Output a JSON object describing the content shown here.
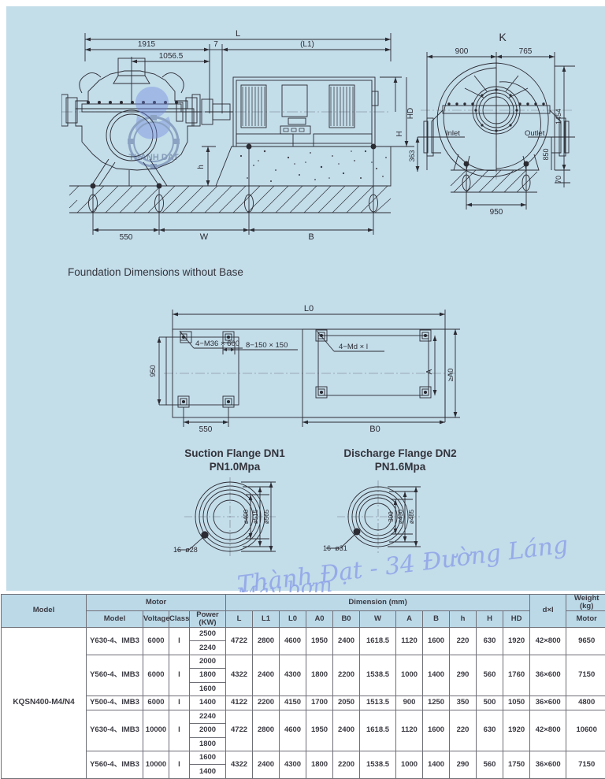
{
  "page": {
    "background_color": "#c3dde9",
    "line_color": "#2b2b33"
  },
  "watermark": {
    "logo_text": "THANH DAT",
    "line1": "Thành Đạt - 34 Đường Láng",
    "line2": "Máy bơm"
  },
  "views": {
    "elevation": {
      "dims": {
        "L": "L",
        "d1915": "1915",
        "d7": "7",
        "L1": "(L1)",
        "d1056_5": "1056.5",
        "HD": "HD",
        "H": "H",
        "h": "h",
        "d550": "550",
        "W": "W",
        "B": "B"
      }
    },
    "k_view": {
      "title": "K",
      "dims": {
        "d900": "900",
        "d765": "765",
        "d1454": "1454",
        "d850": "850",
        "d363": "363",
        "d70": "70",
        "d950": "950"
      },
      "labels": {
        "inlet": "Inlet",
        "outlet": "Outlet"
      }
    },
    "foundation": {
      "title": "Foundation Dimensions without Base",
      "dims": {
        "L0": "L0",
        "d950": "950",
        "d550": "550",
        "B0": "B0",
        "A": "A",
        "A0": "≥A0",
        "bolt1": "4−M36 × 600",
        "pad": "8−150 × 150",
        "bolt2": "4−Md × l"
      }
    },
    "suction_flange": {
      "title_line1": "Suction Flange DN1",
      "title_line2": "PN1.0Mpa",
      "holes": "16−ø28",
      "d1": "ø400",
      "d2": "ø515",
      "d3": "ø565"
    },
    "discharge_flange": {
      "title_line1": "Discharge Flange DN2",
      "title_line2": "PN1.6Mpa",
      "holes": "16−ø31",
      "d1": "300",
      "d2": "ø430",
      "d3": "ø485"
    }
  },
  "table": {
    "headers": {
      "model": "Model",
      "motor": "Motor",
      "motor_model": "Model",
      "voltage": "Voltage",
      "class": "Class",
      "power": "Power (KW)",
      "dimension": "Dimension (mm)",
      "L": "L",
      "L1": "L1",
      "L0": "L0",
      "A0": "A0",
      "B0": "B0",
      "W": "W",
      "A": "A",
      "B": "B",
      "h": "h",
      "H": "H",
      "HD": "HD",
      "dxl": "d×l",
      "weight": "Weight (kg)",
      "weight_sub": "Motor"
    },
    "model_name": "KQSN400-M4/N4",
    "rows": [
      {
        "motor_model": "Y630-4、IMB3",
        "voltage": "6000",
        "class": "I",
        "powers": [
          "2500",
          "2240"
        ],
        "L": "4722",
        "L1": "2800",
        "L0": "4600",
        "A0": "1950",
        "B0": "2400",
        "W": "1618.5",
        "A": "1120",
        "B": "1600",
        "h": "220",
        "H": "630",
        "HD": "1920",
        "dxl": "42×800",
        "weight": "9650"
      },
      {
        "motor_model": "Y560-4、IMB3",
        "voltage": "6000",
        "class": "I",
        "powers": [
          "2000",
          "1800",
          "1600"
        ],
        "L": "4322",
        "L1": "2400",
        "L0": "4300",
        "A0": "1800",
        "B0": "2200",
        "W": "1538.5",
        "A": "1000",
        "B": "1400",
        "h": "290",
        "H": "560",
        "HD": "1760",
        "dxl": "36×600",
        "weight": "7150"
      },
      {
        "motor_model": "Y500-4、IMB3",
        "voltage": "6000",
        "class": "I",
        "powers": [
          "1400"
        ],
        "L": "4122",
        "L1": "2200",
        "L0": "4150",
        "A0": "1700",
        "B0": "2050",
        "W": "1513.5",
        "A": "900",
        "B": "1250",
        "h": "350",
        "H": "500",
        "HD": "1050",
        "dxl": "36×600",
        "weight": "4800"
      },
      {
        "motor_model": "Y630-4、IMB3",
        "voltage": "10000",
        "class": "I",
        "powers": [
          "2240",
          "2000",
          "1800"
        ],
        "L": "4722",
        "L1": "2800",
        "L0": "4600",
        "A0": "1950",
        "B0": "2400",
        "W": "1618.5",
        "A": "1120",
        "B": "1600",
        "h": "220",
        "H": "630",
        "HD": "1920",
        "dxl": "42×800",
        "weight": "10600"
      },
      {
        "motor_model": "Y560-4、IMB3",
        "voltage": "10000",
        "class": "I",
        "powers": [
          "1600",
          "1400"
        ],
        "L": "4322",
        "L1": "2400",
        "L0": "4300",
        "A0": "1800",
        "B0": "2200",
        "W": "1538.5",
        "A": "1000",
        "B": "1400",
        "h": "290",
        "H": "560",
        "HD": "1750",
        "dxl": "36×600",
        "weight": "7150"
      }
    ]
  }
}
